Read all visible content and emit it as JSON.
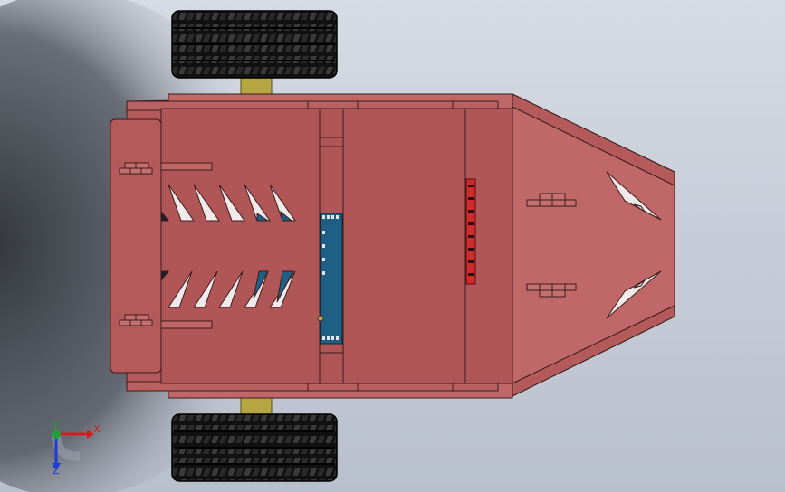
{
  "viewport": {
    "background_top": "#d6dbe4",
    "background_bottom": "#b9c0cd",
    "shadow_color": "#3a3d44"
  },
  "model": {
    "body_color": "#b45a5a",
    "body_light": "#c06868",
    "body_edge": "#3c1c1c",
    "tire_color": "#141414",
    "axle_color": "#b5a642",
    "pcb_color": "#1f5f86",
    "sensor_color": "#d12a2a"
  },
  "triad": {
    "x_label": "X",
    "y_label": "Y",
    "z_label": "Z",
    "x_color": "#d21e1e",
    "y_color": "#1ea03c",
    "z_color": "#1e3cd2"
  }
}
